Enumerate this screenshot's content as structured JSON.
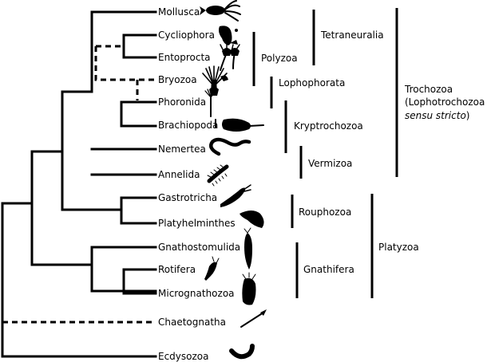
{
  "taxa": {
    "mollusca": "Mollusca",
    "cycliophora": "Cycliophora",
    "entoprocta": "Entoprocta",
    "bryozoa": "Bryozoa",
    "phoronida": "Phoronida",
    "brachiopoda": "Brachiopoda",
    "nemertea": "Nemertea",
    "annelida": "Annelida",
    "gastrotricha": "Gastrotricha",
    "platyhelminthes": "Platyhelminthes",
    "gnathostomulida": "Gnathostomulida",
    "rotifera": "Rotifera",
    "micrognathozoa": "Micrognathozoa",
    "chaetognatha": "Chaetognatha",
    "ecdysozoa": "Ecdysozoa"
  },
  "clades": {
    "polyzoa": "Polyzoa",
    "tetraneuralia": "Tetraneuralia",
    "lophophorata": "Lophophorata",
    "kryptrochozoa": "Kryptrochozoa",
    "vermizoa": "Vermizoa",
    "rouphozoa": "Rouphozoa",
    "gnathifera": "Gnathifera",
    "platyzoa": "Platyzoa",
    "trochozoa_line1": "Trochozoa",
    "trochozoa_line2": "(Lophotrochozoa",
    "trochozoa_line3_italic": "sensu stricto",
    "trochozoa_line3_end": ")"
  },
  "silhouettes": [
    "squid-silhouette",
    "cycliophoran-silhouette",
    "entoproct-silhouette",
    "bryozoan-silhouette",
    "phoronid-silhouette",
    "brachiopod-silhouette",
    "nemertean-silhouette",
    "annelid-silhouette",
    "gastrotrich-silhouette",
    "flatworm-silhouette",
    "gnathostomulid-silhouette",
    "rotifer-silhouette",
    "micrognathozoan-silhouette",
    "chaetognath-silhouette",
    "ecdysozoan-silhouette"
  ]
}
